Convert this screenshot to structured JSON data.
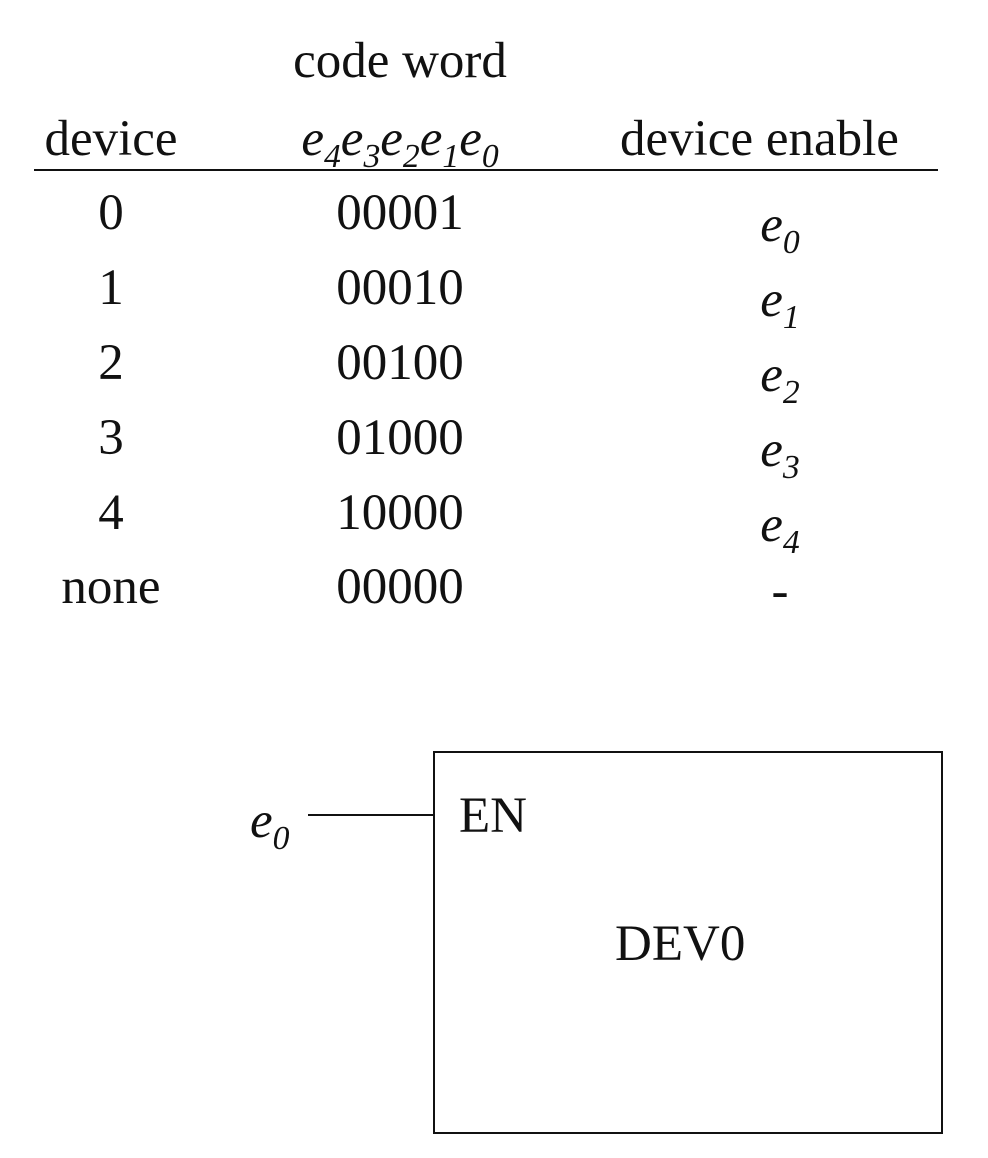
{
  "table": {
    "headers": {
      "device": "device",
      "code_word_top": "code word",
      "code_word_bits": [
        {
          "base": "e",
          "sub": "4"
        },
        {
          "base": "e",
          "sub": "3"
        },
        {
          "base": "e",
          "sub": "2"
        },
        {
          "base": "e",
          "sub": "1"
        },
        {
          "base": "e",
          "sub": "0"
        }
      ],
      "device_enable": "device enable"
    },
    "rows": [
      {
        "device": "0",
        "code": "00001",
        "enable_base": "e",
        "enable_sub": "0"
      },
      {
        "device": "1",
        "code": "00010",
        "enable_base": "e",
        "enable_sub": "1"
      },
      {
        "device": "2",
        "code": "00100",
        "enable_base": "e",
        "enable_sub": "2"
      },
      {
        "device": "3",
        "code": "01000",
        "enable_base": "e",
        "enable_sub": "3"
      },
      {
        "device": "4",
        "code": "10000",
        "enable_base": "e",
        "enable_sub": "4"
      },
      {
        "device": "none",
        "code": "00000",
        "enable_text": "-"
      }
    ]
  },
  "diagram": {
    "input_base": "e",
    "input_sub": "0",
    "pin_label": "EN",
    "block_label": "DEV0"
  }
}
